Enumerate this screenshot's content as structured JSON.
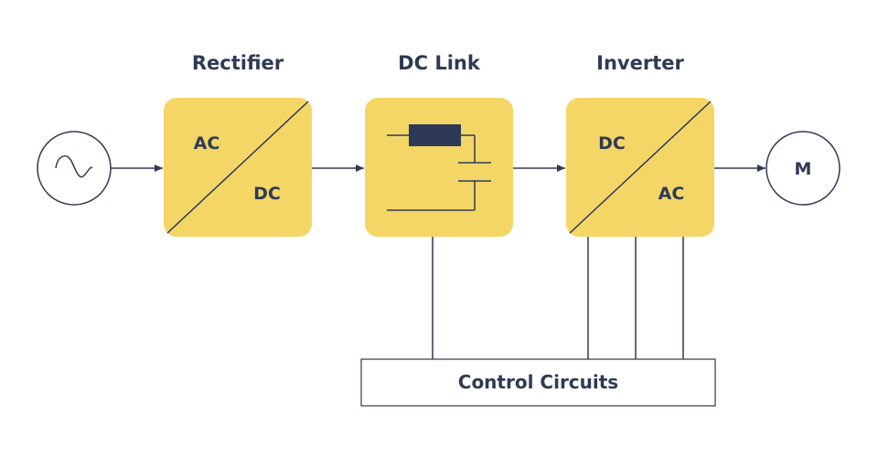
{
  "headings": {
    "rectifier": "Rectifier",
    "dc_link": "DC Link",
    "inverter": "Inverter"
  },
  "rectifier_block": {
    "input_label": "AC",
    "output_label": "DC"
  },
  "inverter_block": {
    "input_label": "DC",
    "output_label": "AC"
  },
  "motor": {
    "label": "M"
  },
  "control": {
    "label": "Control Circuits"
  },
  "colors": {
    "block_fill": "#f4d667",
    "line": "#2e3a55",
    "text": "#2e3a55",
    "resistor": "#2e3a55",
    "background": "#ffffff"
  },
  "icons": {
    "source": "sine-wave-icon",
    "resistor": "resistor-icon",
    "capacitor": "capacitor-icon"
  }
}
